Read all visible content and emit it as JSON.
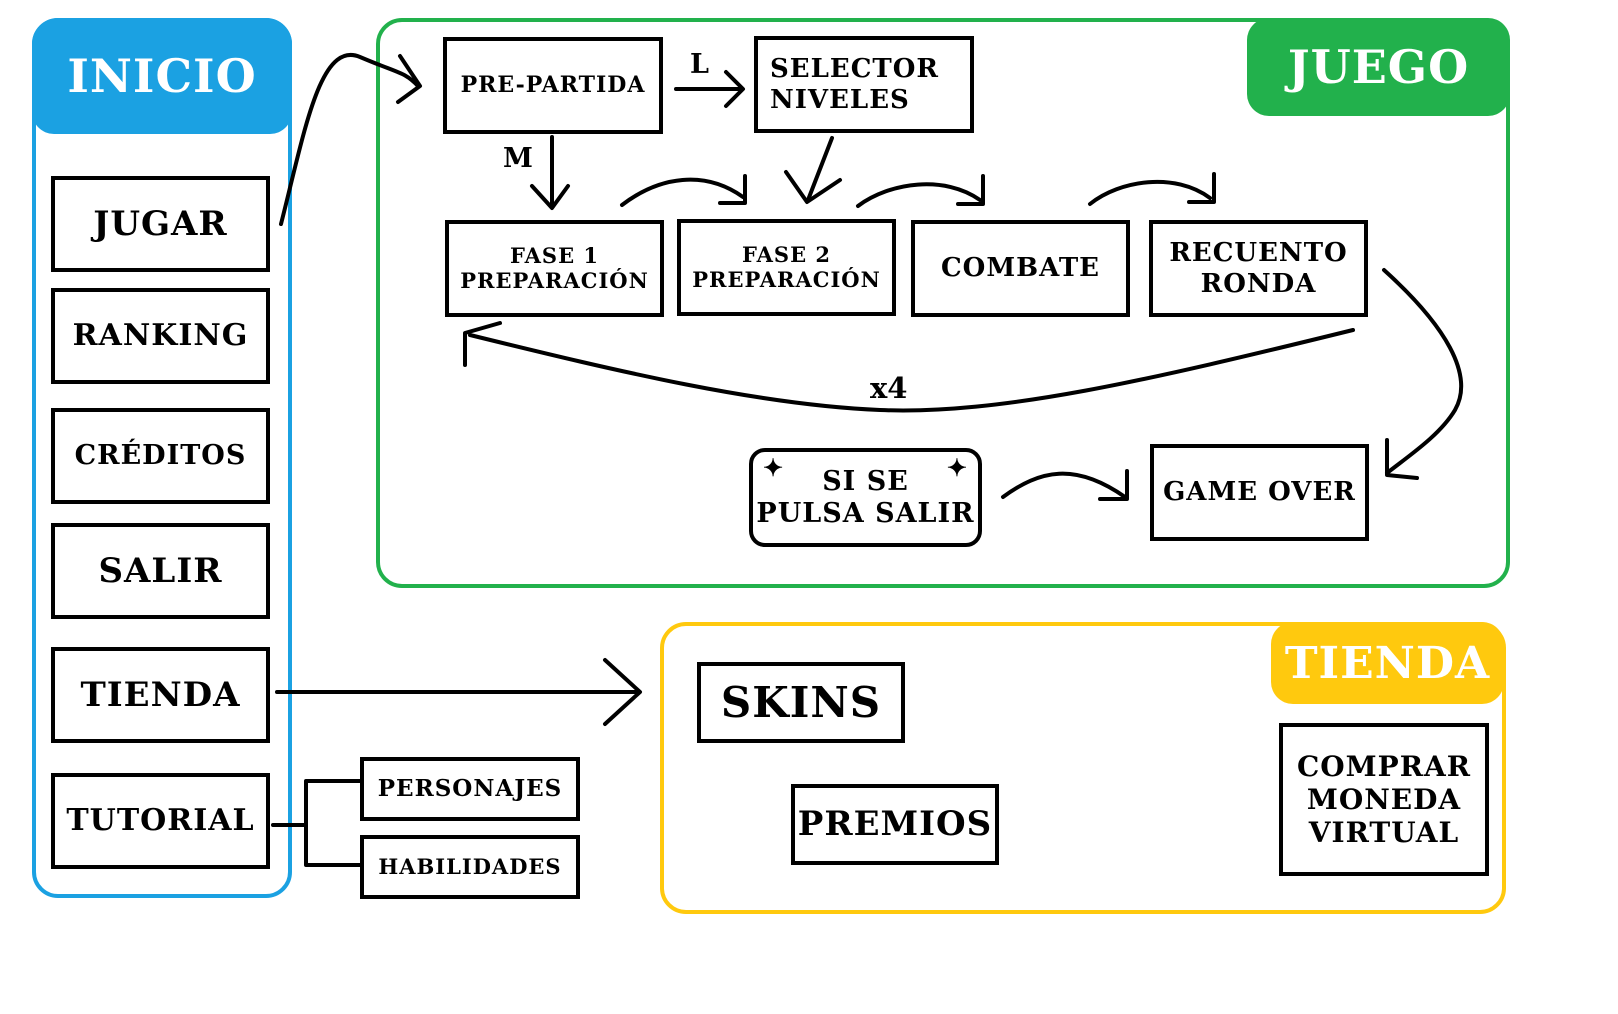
{
  "colors": {
    "inicio": "#1ba1e2",
    "juego": "#22b14c",
    "tienda": "#ffc90e",
    "arrow": "#000000"
  },
  "inicio": {
    "title": "INICIO",
    "items": [
      "JUGAR",
      "RANKING",
      "CRÉDITOS",
      "SALIR",
      "TIENDA",
      "TUTORIAL"
    ]
  },
  "tutorial_sub": [
    "PERSONAJES",
    "HABILIDADES"
  ],
  "juego": {
    "title": "JUEGO",
    "pre_partida": "PRE-PARTIDA",
    "selector_niveles": "SELECTOR\nNIVELES",
    "fase1": "FASE 1\nPREPARACIÓN",
    "fase2": "FASE 2\nPREPARACIÓN",
    "combate": "COMBATE",
    "recuento": "RECUENTO\nRONDA",
    "si_se_pulsa_salir": "SI SE\nPULSA SALIR",
    "game_over": "GAME OVER",
    "label_l": "L",
    "label_m": "M",
    "label_x4": "x4",
    "star_icon": "✦"
  },
  "tienda": {
    "title": "TIENDA",
    "skins": "SKINS",
    "premios": "PREMIOS",
    "comprar": "COMPRAR\nMONEDA\nVIRTUAL"
  }
}
